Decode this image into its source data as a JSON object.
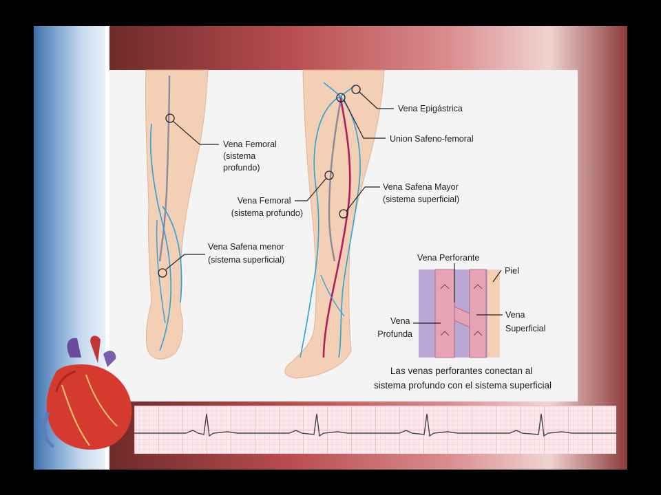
{
  "labels": {
    "vena_femoral_left": [
      "Vena Femoral",
      "(sistema",
      "profundo)"
    ],
    "vena_safena_menor": [
      "Vena Safena menor",
      "(sistema superficial)"
    ],
    "vena_epigastrica": "Vena Epigástrica",
    "union_safeno_femoral": "Union Safeno-femoral",
    "vena_femoral_right": [
      "Vena Femoral",
      "(sistema profundo)"
    ],
    "vena_safena_mayor": [
      "Vena Safena Mayor",
      "(sistema superficial)"
    ],
    "vena_perforante": "Vena Perforante",
    "piel": "Piel",
    "vena_profunda": [
      "Vena",
      "Profunda"
    ],
    "vena_superficial": [
      "Vena",
      "Superficial"
    ]
  },
  "caption": [
    "Las venas perforantes conectan al",
    "sistema profundo con el sistema superficial"
  ],
  "colors": {
    "skin": "#f3cfb6",
    "skin_shadow": "#e2b293",
    "superficial_vein": "#2aa3d6",
    "deep_vein": "#8e8a9c",
    "great_saphenous": "#b01e5a",
    "label_line": "#222222"
  },
  "icons": [
    "heart-illustration"
  ]
}
